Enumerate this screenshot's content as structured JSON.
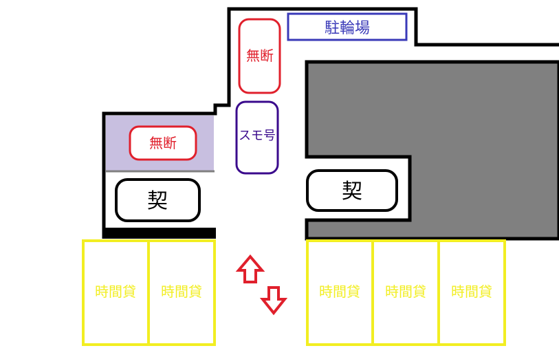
{
  "labels": {
    "bicycle_parking": "駐輪場",
    "unauthorized_top": "無断",
    "unauthorized_left": "無断",
    "sumo_go": "スモ号",
    "contract_left": "契",
    "contract_right": "契",
    "hourly": [
      "時間貸",
      "時間貸",
      "時間貸",
      "時間貸",
      "時間貸"
    ]
  },
  "arrows": {
    "up": "entry-arrow-up",
    "down": "exit-arrow-down"
  },
  "colors": {
    "outline": "#000000",
    "building_fill": "#808080",
    "lavender_fill": "#c8bfe0",
    "bicycle_border": "#3a3ab8",
    "bicycle_text": "#3a3ab8",
    "unauthorized": "#e0202c",
    "sumo_border": "#3a0a8c",
    "sumo_text": "#3a0a8c",
    "hourly_yellow": "#f2ee22",
    "arrow_red": "#e0202c"
  }
}
